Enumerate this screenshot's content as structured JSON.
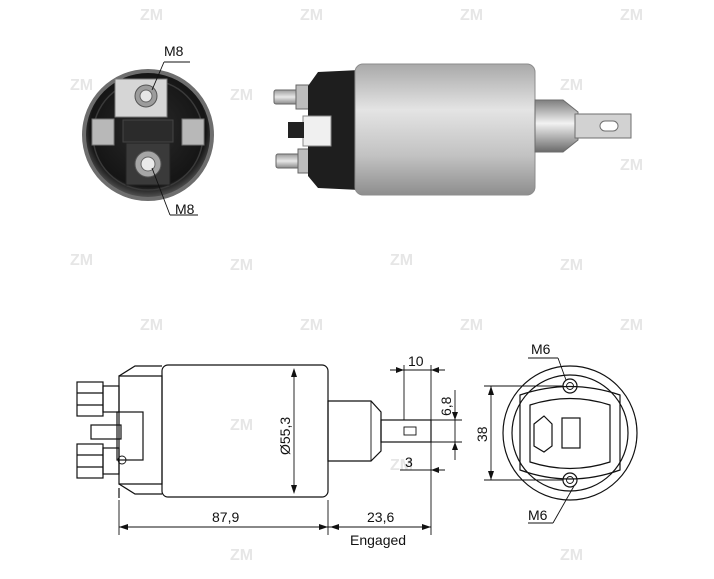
{
  "watermark": "ZM",
  "photo": {
    "end_view_upper_terminal_label": "M8",
    "end_view_lower_terminal_label": "M8"
  },
  "drawing": {
    "body_diameter_label": "Ø55,3",
    "body_length_label": "87,9",
    "plunger_travel_label": "23,6",
    "engaged_label": "Engaged",
    "tab_width_label": "10",
    "tab_height_label": "6,8",
    "tab_offset_label": "3",
    "mounting_distance_label": "38",
    "top_bolt_label": "M6",
    "bottom_bolt_label": "M6"
  },
  "colors": {
    "metal": "#c6c6c6",
    "metal_dark": "#8a8a8a",
    "cap": "#1e1e1e",
    "line": "#111111"
  }
}
